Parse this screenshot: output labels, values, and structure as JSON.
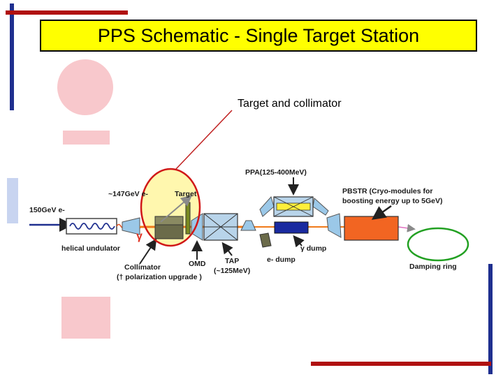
{
  "title": "PPS Schematic - Single Target Station",
  "callout": "Target and collimator",
  "labels": {
    "beam_in": "150GeV e-",
    "e147": "~147GeV e-",
    "target": "Target",
    "gamma": "γ",
    "helical_undulator": "helical undulator",
    "collimator": "Collimator",
    "collimator_note": "(† polarization upgrade )",
    "omd": "OMD",
    "tap": "TAP",
    "tap_energy": "(~125MeV)",
    "ppa": "PPA(125-400MeV)",
    "gamma_dump": "γ dump",
    "e_dump": "e- dump",
    "pbstr_line1": "PBSTR (Cryo-modules for",
    "pbstr_line2": "boosting energy up to 5GeV)",
    "damping_ring": "Damping ring"
  },
  "colors": {
    "title_bg": "#ffff00",
    "frame_blue": "#1f2f8f",
    "frame_red": "#b01010",
    "highlight_ellipse": "#d01818",
    "pbstr": "#f26522",
    "damping_ring": "#22a022",
    "beam": "#f07a1a"
  }
}
